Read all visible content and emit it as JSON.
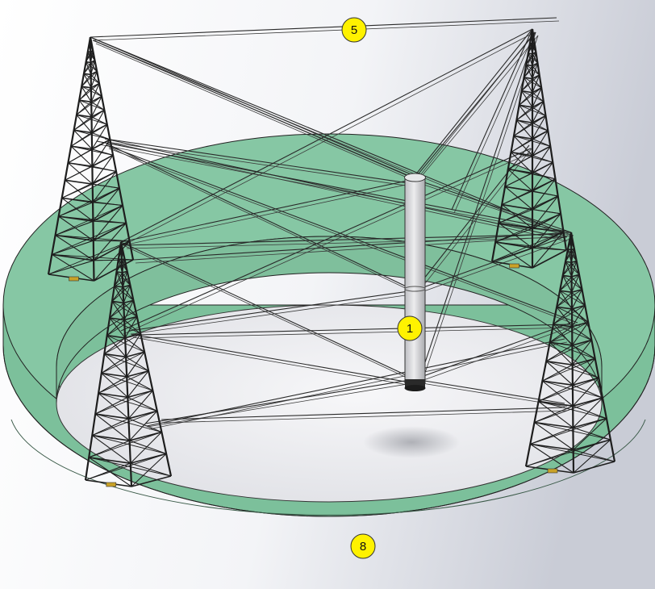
{
  "callouts": [
    {
      "id": "callout-5",
      "label": "5"
    },
    {
      "id": "callout-1",
      "label": "1"
    },
    {
      "id": "callout-8",
      "label": "8"
    }
  ],
  "colors": {
    "ring_top": "#86c7a4",
    "ring_side": "#7cc09b",
    "floor": "#e9eaee",
    "tower_lattice": "#1e1e1e",
    "column": "#d8d9dc",
    "callout_fill": "#fff200",
    "sky_gradient_right": "#c9ccd6"
  },
  "icons": {
    "tower": "lattice-tower-icon",
    "column": "cylinder-column-icon"
  }
}
